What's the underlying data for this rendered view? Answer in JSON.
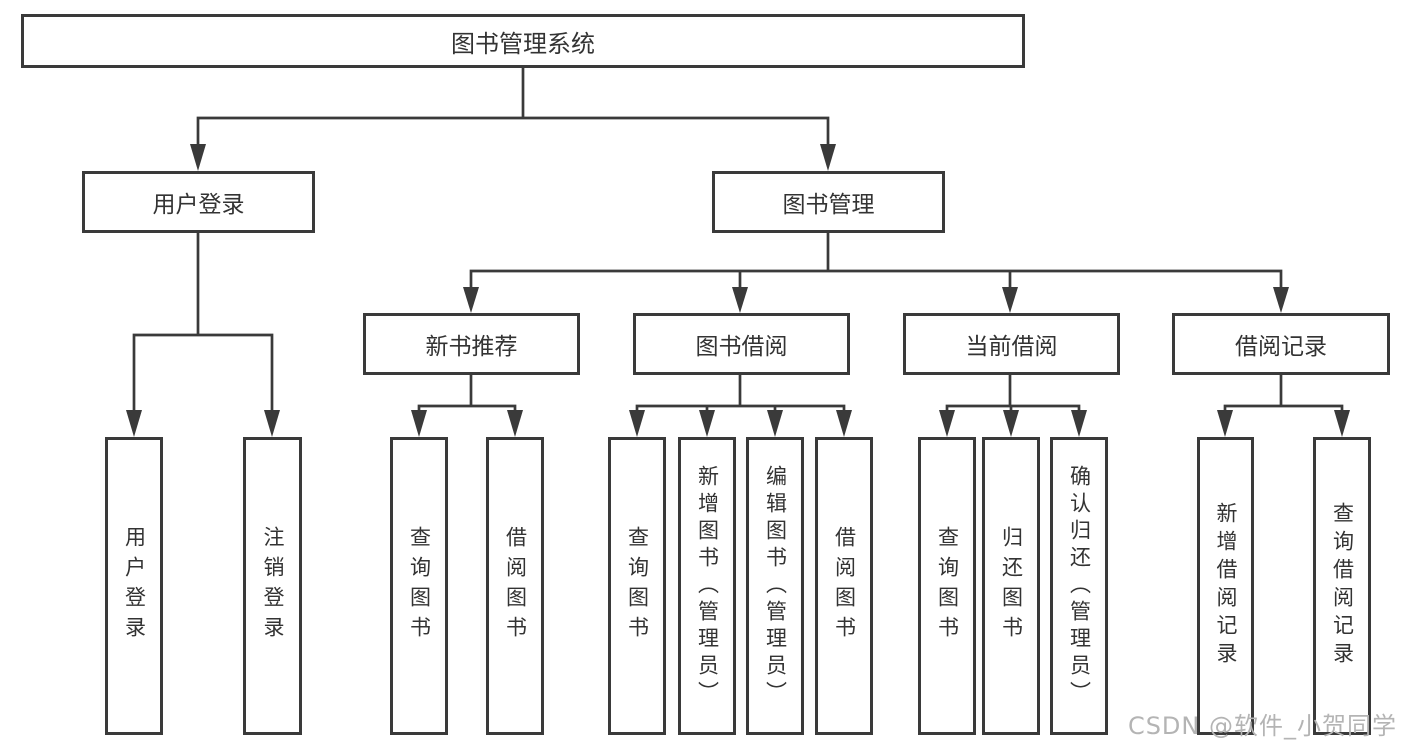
{
  "diagram": {
    "root": {
      "label": "图书管理系统"
    },
    "branches": [
      {
        "label": "用户登录",
        "children": [
          {
            "label": "用户登录"
          },
          {
            "label": "注销登录"
          }
        ]
      },
      {
        "label": "图书管理",
        "children": [
          {
            "label": "新书推荐",
            "children": [
              {
                "label": "查询图书"
              },
              {
                "label": "借阅图书"
              }
            ]
          },
          {
            "label": "图书借阅",
            "children": [
              {
                "label": "查询图书"
              },
              {
                "label": "新增图书（管理员）"
              },
              {
                "label": "编辑图书（管理员）"
              },
              {
                "label": "借阅图书"
              }
            ]
          },
          {
            "label": "当前借阅",
            "children": [
              {
                "label": "查询图书"
              },
              {
                "label": "归还图书"
              },
              {
                "label": "确认归还（管理员）"
              }
            ]
          },
          {
            "label": "借阅记录",
            "children": [
              {
                "label": "新增借阅记录"
              },
              {
                "label": "查询借阅记录"
              }
            ]
          }
        ]
      }
    ]
  },
  "colors": {
    "line": "#3a3a3a",
    "text": "#333333",
    "box_background": "#ffffff",
    "watermark": "#b4b4b4"
  },
  "watermark": {
    "text": "CSDN @软件_小贺同学"
  }
}
